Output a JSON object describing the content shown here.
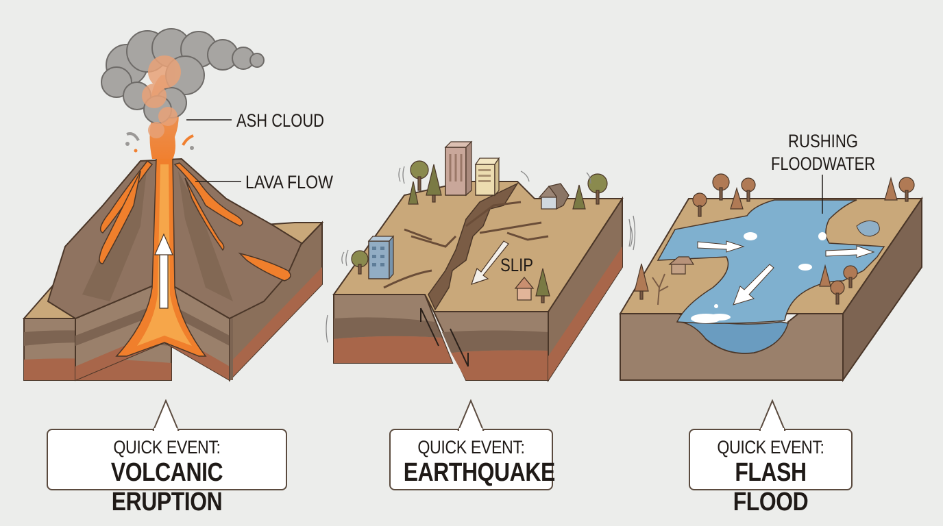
{
  "panels": [
    {
      "id": "volcano",
      "labels": [
        "ASH CLOUD",
        "LAVA FLOW"
      ],
      "callout": {
        "line1": "QUICK EVENT:",
        "line2": "VOLCANIC ERUPTION"
      }
    },
    {
      "id": "earthquake",
      "labels": [
        "SLIP"
      ],
      "callout": {
        "line1": "QUICK EVENT:",
        "line2": "EARTHQUAKE"
      }
    },
    {
      "id": "flood",
      "labels": [
        "RUSHING",
        "FLOODWATER"
      ],
      "callout": {
        "line1": "QUICK EVENT:",
        "line2": "FLASH FLOOD"
      }
    }
  ],
  "colors": {
    "background": "#ecedeb",
    "rock_dark": "#7d6452",
    "rock_mid": "#9a806b",
    "rock_red": "#a8664a",
    "soil_top": "#c9a87a",
    "lava": "#f07f2c",
    "lava_light": "#f6a64a",
    "ash": "#a7a5a2",
    "water": "#7fb0cf",
    "outline": "#4a3628"
  }
}
